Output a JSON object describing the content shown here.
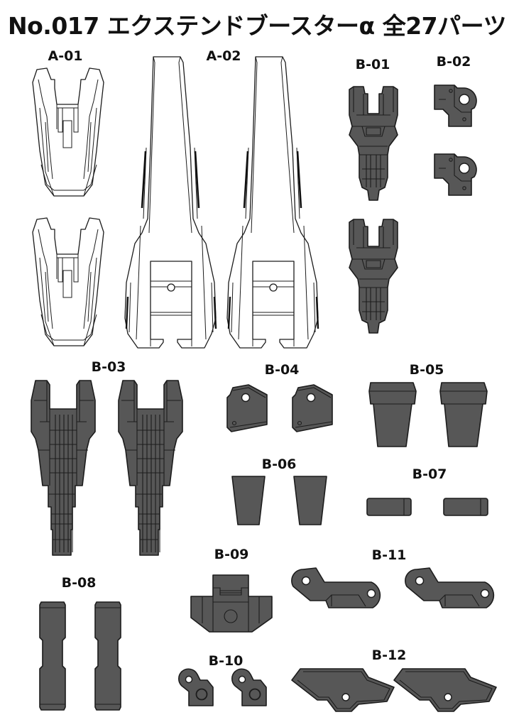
{
  "sheet": {
    "title": "No.017 エクステンドブースターα 全27パーツ",
    "product_number": "No.017",
    "product_name": "エクステンドブースターα",
    "total_parts_label": "全27パーツ",
    "total_parts": 27
  },
  "colors": {
    "part_dark": "#575757",
    "outline": "#1c1c1c",
    "part_white": "#ffffff",
    "background": "#ffffff"
  },
  "parts": [
    {
      "id": "A-01",
      "label": "A-01",
      "count": 2,
      "color": "white"
    },
    {
      "id": "A-02",
      "label": "A-02",
      "count": 2,
      "color": "white"
    },
    {
      "id": "B-01",
      "label": "B-01",
      "count": 2,
      "color": "dark"
    },
    {
      "id": "B-02",
      "label": "B-02",
      "count": 2,
      "color": "dark"
    },
    {
      "id": "B-03",
      "label": "B-03",
      "count": 2,
      "color": "dark"
    },
    {
      "id": "B-04",
      "label": "B-04",
      "count": 2,
      "color": "dark"
    },
    {
      "id": "B-05",
      "label": "B-05",
      "count": 2,
      "color": "dark"
    },
    {
      "id": "B-06",
      "label": "B-06",
      "count": 2,
      "color": "dark"
    },
    {
      "id": "B-07",
      "label": "B-07",
      "count": 2,
      "color": "dark"
    },
    {
      "id": "B-08",
      "label": "B-08",
      "count": 2,
      "color": "dark"
    },
    {
      "id": "B-09",
      "label": "B-09",
      "count": 1,
      "color": "dark"
    },
    {
      "id": "B-10",
      "label": "B-10",
      "count": 2,
      "color": "dark"
    },
    {
      "id": "B-11",
      "label": "B-11",
      "count": 2,
      "color": "dark"
    },
    {
      "id": "B-12",
      "label": "B-12",
      "count": 2,
      "color": "dark"
    }
  ]
}
